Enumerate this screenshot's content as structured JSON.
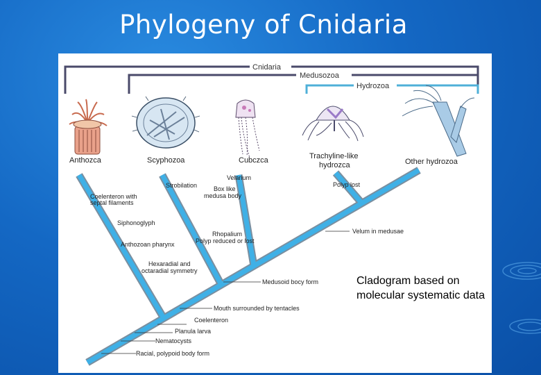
{
  "slide": {
    "title": "Phylogeny of Cnidaria"
  },
  "clade_bar": {
    "cnidaria": "Cnidaria",
    "medusozoa": "Medusozoa",
    "hydrozoa": "Hydrozoa"
  },
  "taxa": [
    "Anthozca",
    "Scyphozoa",
    "Cubczca",
    "Trachyline-like hydrozca",
    "Other hydrozoa"
  ],
  "characters": {
    "velarium": "Velarium",
    "strobilation": "Strobilation",
    "box_like": "Box like medusa body",
    "polyp_lost": "Polyp lost",
    "coelenteron": "Coelenteron with septal filaments",
    "siphonoglyph": "Siphonoglyph",
    "anthozoan_pharynx": "Anthozoan pharynx",
    "rhopalium": "Rhopalium",
    "polyp_reduced": "Polyp reduced or lost",
    "velum": "Velum in medusae",
    "hexaradial": "Hexaradial and octaradial symmetry",
    "medusoid": "Medusoid bocy form",
    "mouth": "Mouth surrounded by tentacles",
    "coelenteron_plain": "Coelenteron",
    "planula": "Planula larva",
    "nematocysts": "Nematocysts",
    "radial": "Racial, polypoid body form"
  },
  "caption": "Cladogram based on molecular systematic data",
  "colors": {
    "branch": "#3fb0e6",
    "branch_dark": "#7a8fa0",
    "bracket": "#4a4a6a",
    "hydrozoa_bracket": "#4fb0d8"
  }
}
